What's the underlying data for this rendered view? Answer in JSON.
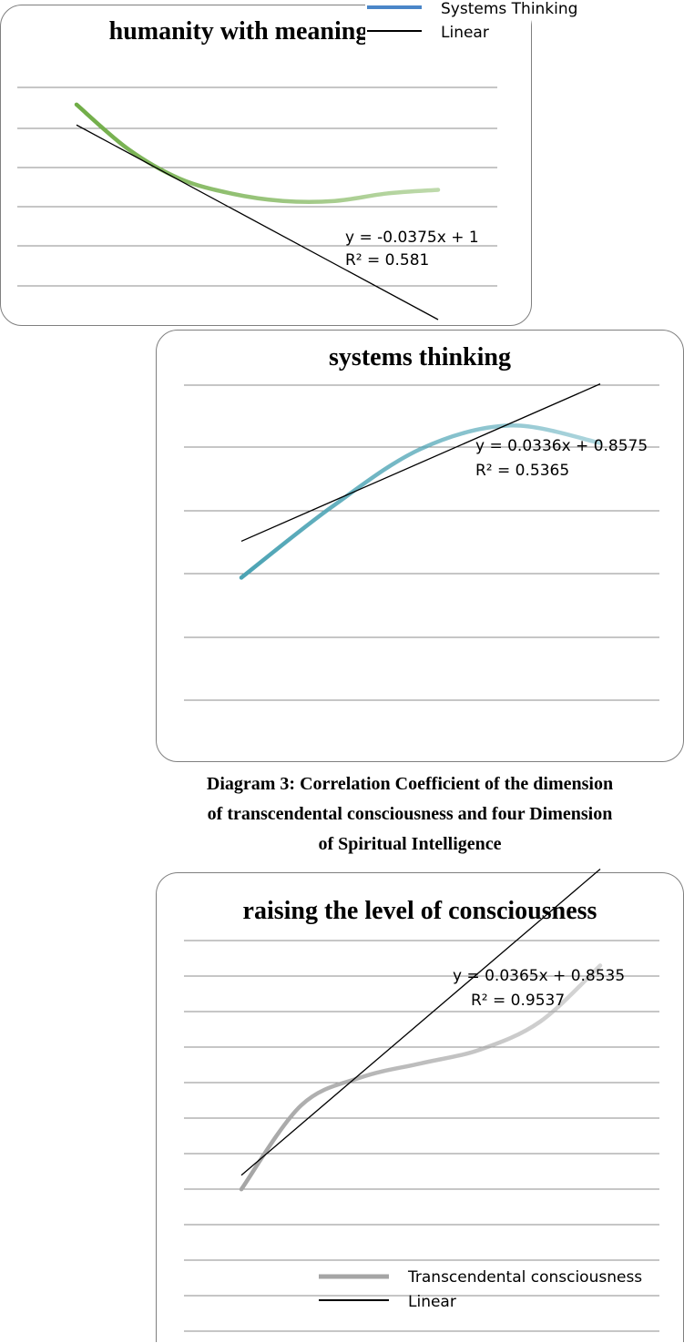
{
  "chart_data": [
    {
      "type": "line",
      "title": "humanity with meaning",
      "series": [
        {
          "name": "Systems Thinking",
          "values": [
            0.99,
            0.93,
            0.89,
            0.87,
            0.86,
            0.86,
            0.87,
            0.875
          ]
        },
        {
          "name": "Linear",
          "trendline": {
            "slope": -0.0375,
            "intercept": 1
          }
        }
      ],
      "x": [
        1,
        2,
        3,
        4,
        5,
        6,
        7,
        8
      ],
      "annotation": {
        "equation": "y = -0.0375x + 1",
        "r2": "R² = 0.581"
      },
      "ylim": [
        0.7,
        1.05
      ],
      "grid": true,
      "legend": "top-right",
      "colors": {
        "series": "#70ad47",
        "legend_swatch": "#4a86c8",
        "trend": "#000000"
      }
    },
    {
      "type": "line",
      "title": "systems thinking",
      "series": [
        {
          "name": "Systems Thinking",
          "values": [
            0.86,
            0.92,
            0.97,
            0.99,
            0.975
          ]
        },
        {
          "name": "Linear",
          "trendline": {
            "slope": 0.0336,
            "intercept": 0.8575
          }
        }
      ],
      "x": [
        1,
        2,
        3,
        4,
        5
      ],
      "annotation": {
        "equation": "y = 0.0336x + 0.8575",
        "r2": "R² = 0.5365"
      },
      "ylim": [
        0.76,
        1.04
      ],
      "grid": true,
      "colors": {
        "series": "#4ba3b4",
        "trend": "#000000"
      }
    },
    {
      "type": "line",
      "title": "raising the level of consciousness",
      "series": [
        {
          "name": "Transcendental consciousness",
          "values": [
            0.88,
            0.94,
            0.96,
            0.97,
            0.98,
            1.0,
            1.04
          ]
        },
        {
          "name": "Linear",
          "trendline": {
            "slope": 0.0365,
            "intercept": 0.8535
          }
        }
      ],
      "x": [
        1,
        2,
        3,
        4,
        5,
        6,
        7
      ],
      "annotation": {
        "equation": "y = 0.0365x + 0.8535",
        "r2": "R² = 0.9537"
      },
      "ylim": [
        0.8,
        1.08
      ],
      "grid": true,
      "legend": "bottom-right",
      "colors": {
        "series": "#a5a5a5",
        "trend": "#000000"
      }
    }
  ],
  "caption": {
    "line1": "Diagram 3: Correlation Coefficient of the dimension",
    "line2": "of transcendental consciousness and four Dimension",
    "line3": "of Spiritual Intelligence"
  }
}
